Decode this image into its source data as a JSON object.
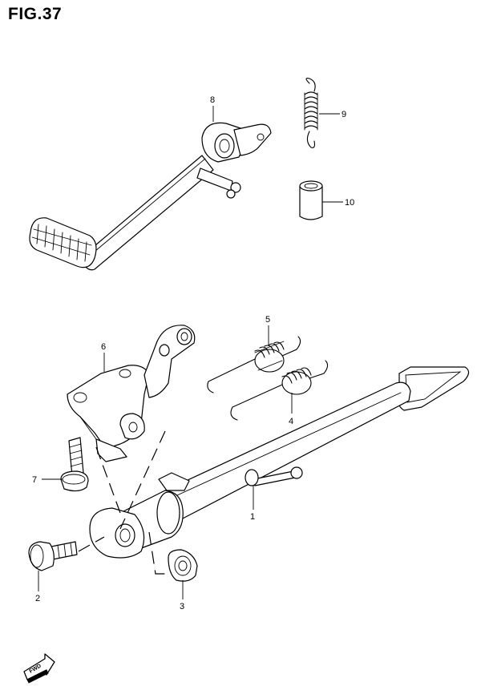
{
  "figure": {
    "title": "FIG.37"
  },
  "colors": {
    "line": "#000000",
    "background": "#ffffff"
  },
  "callouts": [
    {
      "id": "1",
      "text": "1"
    },
    {
      "id": "2",
      "text": "2"
    },
    {
      "id": "3",
      "text": "3"
    },
    {
      "id": "4",
      "text": "4"
    },
    {
      "id": "5",
      "text": "5"
    },
    {
      "id": "6",
      "text": "6"
    },
    {
      "id": "7",
      "text": "7"
    },
    {
      "id": "8",
      "text": "8"
    },
    {
      "id": "9",
      "text": "9"
    },
    {
      "id": "10",
      "text": "10"
    }
  ],
  "direction_badge": {
    "text": "FWD",
    "icon": "forward-arrow-icon"
  }
}
